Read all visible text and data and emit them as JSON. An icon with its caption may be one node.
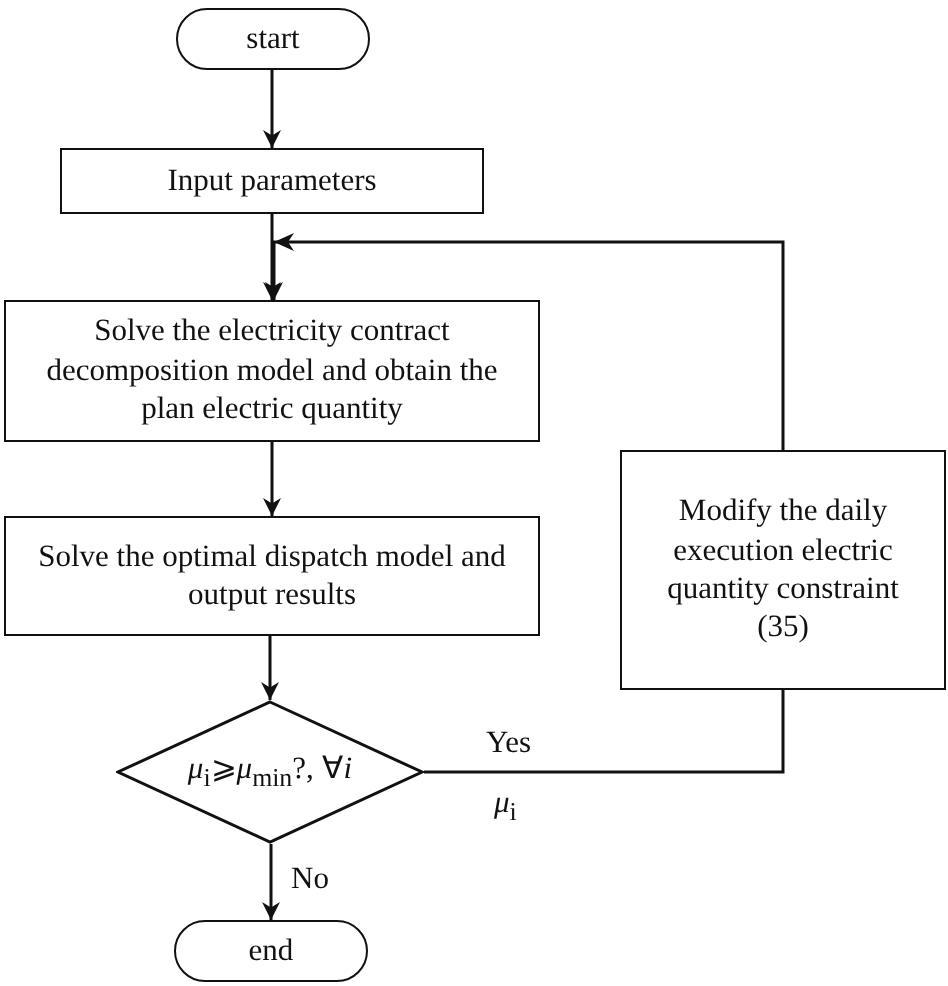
{
  "diagram": {
    "nodes": [
      {
        "text": [
          "start"
        ]
      },
      {
        "text": [
          "Input parameters"
        ]
      },
      {
        "text": [
          "Solve the electricity contract decomposition model and obtain the plan electric quantity"
        ]
      },
      {
        "text": [
          "Solve the optimal dispatch model and output results"
        ]
      },
      {
        "text": [
          "*μ*$_{i}$⩾*μ*$_{min}$?, ∀*i*"
        ]
      },
      {
        "text": [
          "end"
        ]
      },
      {
        "text": [
          "Modify the daily execution electric quantity constraint (35)"
        ]
      }
    ],
    "edges": [
      {
        "from": 0,
        "to": 1,
        "arrow": "to"
      },
      {
        "from": 1,
        "to": 2,
        "arrow": "to"
      },
      {
        "from": 2,
        "to": 3,
        "arrow": "to"
      },
      {
        "from": 3,
        "to": 4,
        "arrow": "to"
      },
      {
        "from": 4,
        "to": 5,
        "arrow": "to",
        "label": "No"
      },
      {
        "from": 4,
        "to": 6,
        "arrow": "none",
        "label": "Yes"
      },
      {
        "from": 6,
        "to": 2,
        "arrow": "to"
      }
    ],
    "labels": [
      "*μ*$_{i}$"
    ]
  }
}
